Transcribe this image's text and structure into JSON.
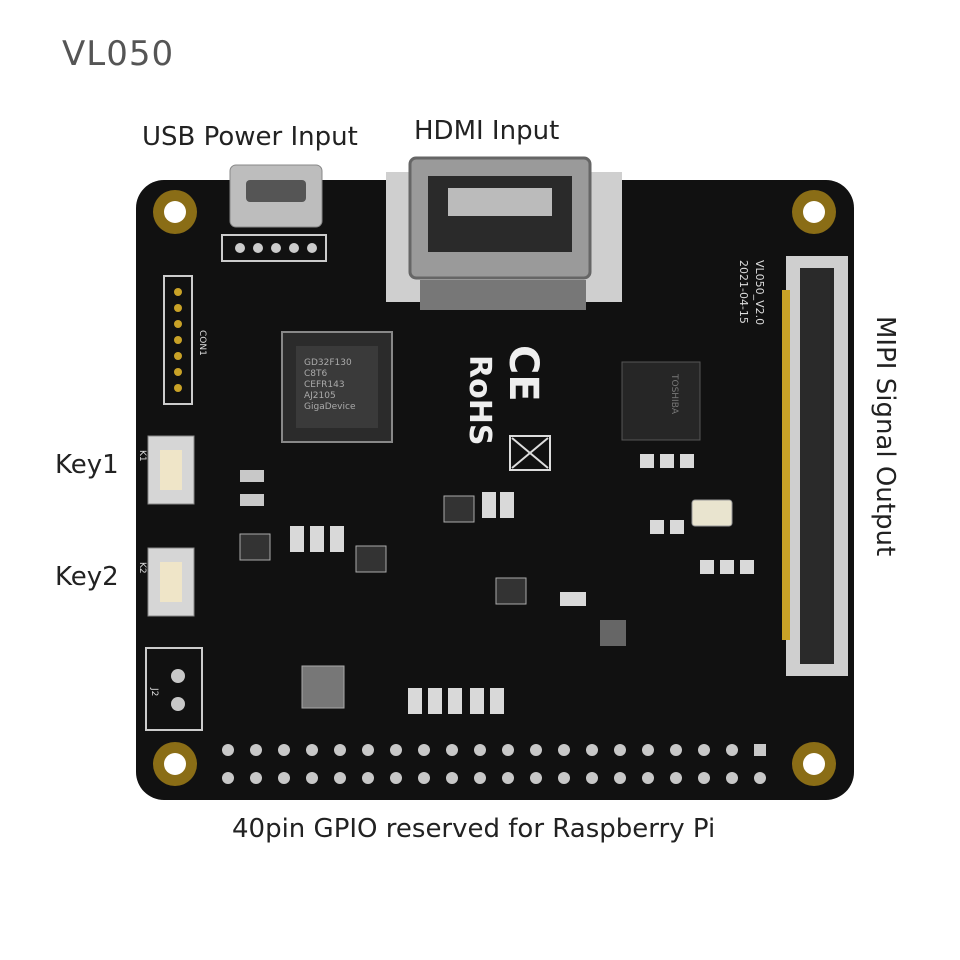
{
  "product": {
    "model": "VL050"
  },
  "labels": {
    "usb_power": "USB Power Input",
    "hdmi_input": "HDMI Input",
    "key1": "Key1",
    "key2": "Key2",
    "gpio": "40pin GPIO reserved for Raspberry Pi",
    "mipi": "MIPI Signal  Output"
  },
  "silkscreen": {
    "board_id": "VL050_V2.0",
    "date": "2021-04-15",
    "rohs": "RoHS",
    "ce": "CE",
    "con": "CON1",
    "k1": "K1",
    "k2": "K2",
    "j2": "J2",
    "mcu": [
      "GD32F130",
      "C8T6",
      "CEFR143",
      "AJ2105",
      "GigaDevice"
    ],
    "bridge": "TOSHIBA"
  },
  "colors": {
    "board": "#111111",
    "copper": "#c9a227",
    "silver": "#c8c8c8",
    "silk": "#e6e6e6"
  }
}
